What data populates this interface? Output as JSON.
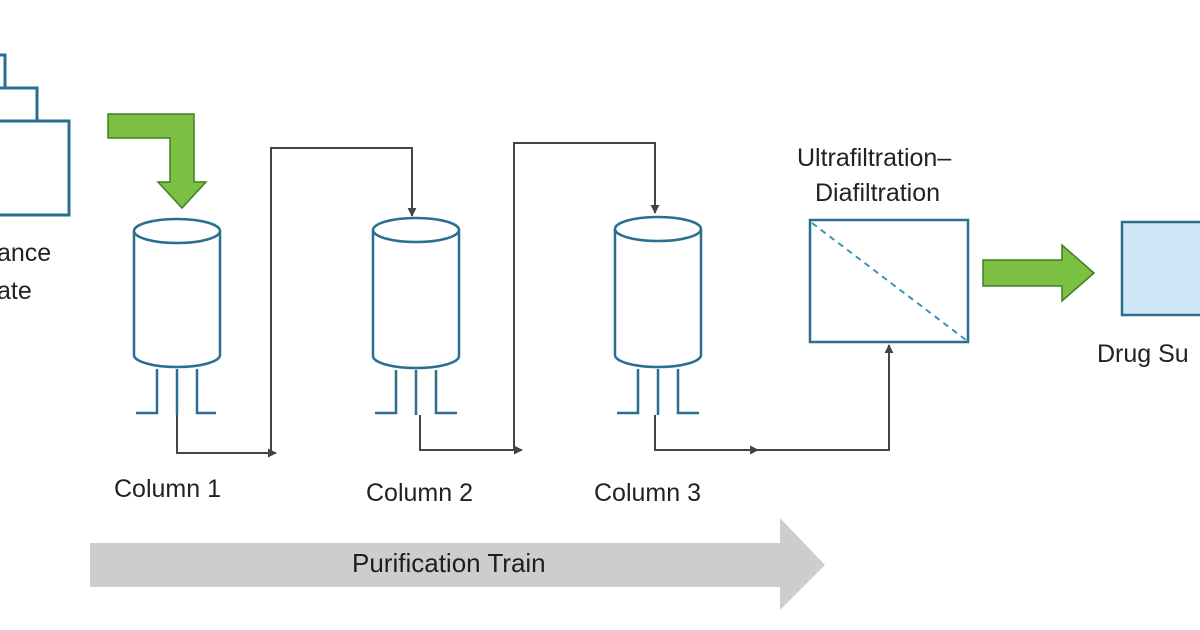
{
  "labels": {
    "substance_line1": "ance",
    "substance_line2": "ate",
    "column_1": "Column 1",
    "column_2": "Column 2",
    "column_3": "Column 3",
    "ufdf_line1": "Ultrafiltration–",
    "ufdf_line2": "Diafiltration",
    "drug_substance": "Drug Su",
    "purification_train": "Purification Train"
  },
  "colors": {
    "outline": "#2a6f8f",
    "arrow_green": "#7bc043",
    "arrow_green_edge": "#3f7f22",
    "connector": "#444444",
    "band": "#cdcdcd",
    "drug_box_fill": "#cfe8f7"
  }
}
